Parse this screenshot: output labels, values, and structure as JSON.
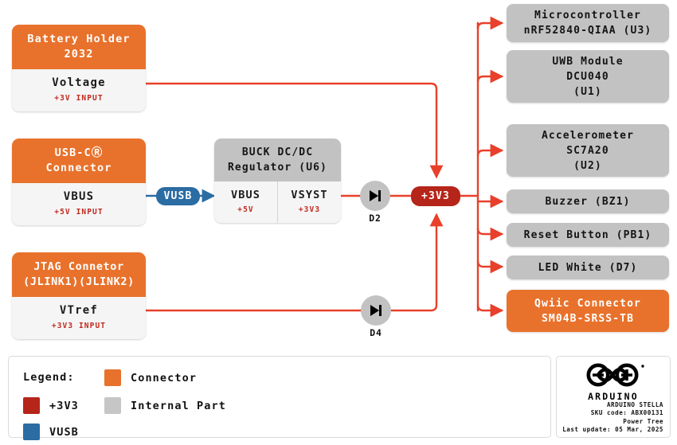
{
  "diagram": {
    "title": "Arduino Stella Power Tree",
    "colors": {
      "connector": "#e8722c",
      "internal_part": "#c2c2c2",
      "rail_3v3": "#b5251a",
      "rail_vusb": "#2b6ca3",
      "wire": "#e8402a"
    }
  },
  "sources": [
    {
      "name": "battery-holder",
      "head": "Battery Holder\n2032",
      "head_line1": "Battery Holder",
      "head_line2": "2032",
      "rail": "Voltage",
      "voltage": "+3V INPUT"
    },
    {
      "name": "usb-c-connector",
      "head_line1": "USB-CⓇ",
      "head_line2": "Connector",
      "rail": "VBUS",
      "voltage": "+5V INPUT"
    },
    {
      "name": "jtag-connector",
      "head_line1": "JTAG Connetor",
      "head_line2": "(JLINK1)(JLINK2)",
      "rail": "VTref",
      "voltage": "+3V3 INPUT"
    }
  ],
  "regulator": {
    "head_line1": "BUCK DC/DC",
    "head_line2": "Regulator (U6)",
    "input": {
      "rail": "VBUS",
      "voltage": "+5V"
    },
    "output": {
      "rail": "VSYST",
      "voltage": "+3V3"
    }
  },
  "nets": {
    "vusb": "VUSB",
    "v3v3": "+3V3"
  },
  "diodes": [
    {
      "name": "d2",
      "label": "D2"
    },
    {
      "name": "d4",
      "label": "D4"
    }
  ],
  "loads": [
    {
      "name": "microcontroller",
      "kind": "internal",
      "line1": "Microcontroller",
      "line2": "nRF52840-QIAA (U3)",
      "line3": ""
    },
    {
      "name": "uwb-module",
      "kind": "internal",
      "line1": "UWB Module",
      "line2": "DCU040",
      "line3": "(U1)"
    },
    {
      "name": "accelerometer",
      "kind": "internal",
      "line1": "Accelerometer",
      "line2": "SC7A20",
      "line3": "(U2)"
    },
    {
      "name": "buzzer",
      "kind": "internal",
      "line1": "Buzzer (BZ1)",
      "line2": "",
      "line3": ""
    },
    {
      "name": "reset-button",
      "kind": "internal",
      "line1": "Reset Button (PB1)",
      "line2": "",
      "line3": ""
    },
    {
      "name": "led-white",
      "kind": "internal",
      "line1": "LED White (D7)",
      "line2": "",
      "line3": ""
    },
    {
      "name": "qwiic-connector",
      "kind": "connector",
      "line1": "Qwiic Connector",
      "line2": "SM04B-SRSS-TB",
      "line3": ""
    }
  ],
  "legend": {
    "title": "Legend:",
    "items": [
      {
        "name": "connector",
        "label": "Connector",
        "color": "#e8722c"
      },
      {
        "name": "rail-3v3",
        "label": "+3V3",
        "color": "#b5251a"
      },
      {
        "name": "internal-part",
        "label": "Internal Part",
        "color": "#c2c2c2"
      },
      {
        "name": "rail-vusb",
        "label": "VUSB",
        "color": "#2b6ca3"
      }
    ]
  },
  "footer": {
    "brand": "ARDUINO",
    "product": "ARDUINO STELLA",
    "sku": "SKU code: ABX00131",
    "doc": "Power Tree",
    "updated": "Last update: 05 Mar, 2025"
  }
}
